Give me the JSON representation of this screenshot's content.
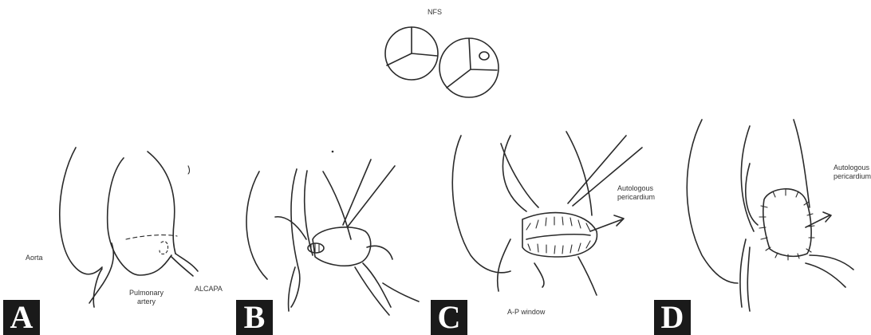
{
  "figure": {
    "top_label": "NFS",
    "panels": [
      {
        "letter": "A",
        "labels": {
          "aorta": "Aorta",
          "pulmonary_artery": "Pulmonary\nartery",
          "alcapa": "ALCAPA"
        }
      },
      {
        "letter": "B"
      },
      {
        "letter": "C",
        "labels": {
          "autologous_pericardium": "Autologous\npericardium",
          "ap_window": "A-P window"
        }
      },
      {
        "letter": "D",
        "labels": {
          "autologous_pericardium": "Autologous\npericardium"
        }
      }
    ]
  },
  "colors": {
    "ink": "#2a2a2a",
    "letter_bg": "#1a1a1a",
    "letter_fg": "#ffffff"
  }
}
